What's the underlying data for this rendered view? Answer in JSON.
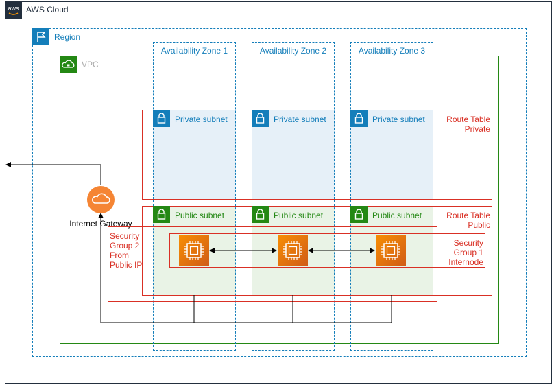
{
  "cloud": {
    "label": "AWS Cloud",
    "logo_icon": "aws-logo-icon"
  },
  "region": {
    "label": "Region",
    "icon": "flag-icon",
    "color": "#147EBA"
  },
  "vpc": {
    "label": "VPC",
    "icon": "cloud-lock-icon",
    "color": "#248814"
  },
  "availability_zones": [
    {
      "label": "Availability Zone 1"
    },
    {
      "label": "Availability Zone 2"
    },
    {
      "label": "Availability Zone 3"
    }
  ],
  "private_subnets": [
    {
      "label": "Private subnet",
      "icon": "lock-icon"
    },
    {
      "label": "Private subnet",
      "icon": "lock-icon"
    },
    {
      "label": "Private subnet",
      "icon": "lock-icon"
    }
  ],
  "public_subnets": [
    {
      "label": "Public subnet",
      "icon": "lock-icon"
    },
    {
      "label": "Public subnet",
      "icon": "lock-icon"
    },
    {
      "label": "Public subnet",
      "icon": "lock-icon"
    }
  ],
  "route_tables": {
    "private": {
      "line1": "Route Table",
      "line2": "Private"
    },
    "public": {
      "line1": "Route Table",
      "line2": "Public"
    }
  },
  "security_groups": {
    "group1": {
      "line1": "Security",
      "line2": "Group 1",
      "line3": "Internode"
    },
    "group2": {
      "line1": "Security",
      "line2": "Group 2",
      "line3": "From",
      "line4": "Public IP"
    }
  },
  "internet_gateway": {
    "label": "Internet Gateway",
    "icon": "internet-gateway-icon",
    "color": "#F58534"
  },
  "instances": [
    {
      "icon": "ec2-instance-icon"
    },
    {
      "icon": "ec2-instance-icon"
    },
    {
      "icon": "ec2-instance-icon"
    }
  ],
  "colors": {
    "region_blue": "#147EBA",
    "vpc_green": "#248814",
    "route_table_red": "#D93025",
    "private_fill": "#E6F0F8",
    "public_fill": "#E9F3E6",
    "instance_orange": "#E2661A"
  }
}
